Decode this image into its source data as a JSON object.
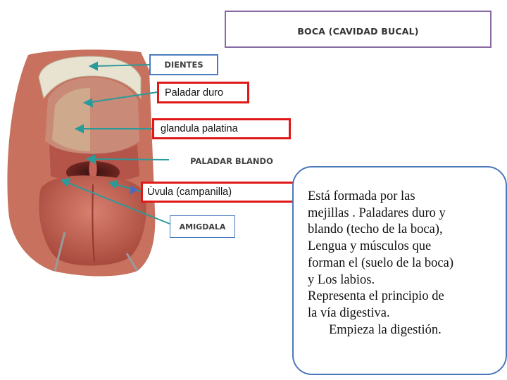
{
  "title": "BOCA  (CAVIDAD BUCAL)",
  "labels": {
    "dientes": "DIENTES",
    "paladar_duro": "Paladar duro",
    "glandula": "glandula palatina",
    "paladar_blando": "PALADAR BLANDO",
    "uvula": "Úvula (campanilla)",
    "amigdala": "AMIGDALA"
  },
  "description": {
    "lines": [
      " Está formada por  las",
      "mejillas . Paladares duro y",
      "blando (techo de la boca),",
      "Lengua y músculos que",
      "forman el (suelo de la boca)",
      "y Los labios.",
      "Representa el principio de",
      "la vía digestiva.",
      "Empieza la digestión."
    ]
  },
  "colors": {
    "red_border": "#e01818",
    "blue_border": "#4a7cc0",
    "purple_border": "#8a6aa3",
    "teal_arrow": "#2a9a9a"
  }
}
